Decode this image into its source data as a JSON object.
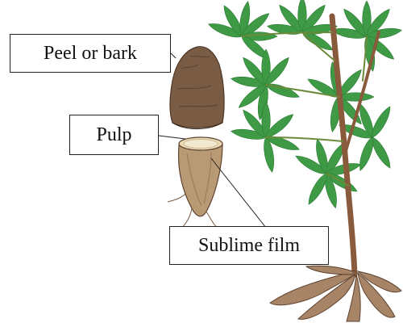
{
  "labels": {
    "peel": "Peel or bark",
    "pulp": "Pulp",
    "film": "Sublime film"
  },
  "colors": {
    "leaf": "#3f9a45",
    "leaf_dark": "#2c7a35",
    "stem": "#8a5a3c",
    "root_skin": "#7a5b44",
    "pulp": "#e9d9b5",
    "pointer": "#222222"
  }
}
